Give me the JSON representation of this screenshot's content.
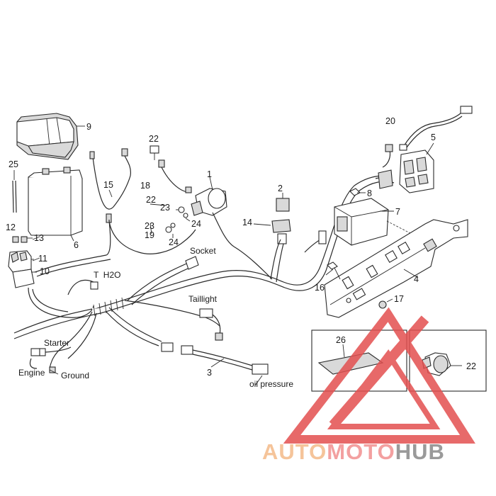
{
  "diagram": {
    "callouts": {
      "c1": "1",
      "c2": "2",
      "c3": "3",
      "c4": "4",
      "c5": "5",
      "c6": "6",
      "c7": "7",
      "c8": "8",
      "c9": "9",
      "c10": "10",
      "c11": "11",
      "c12": "12",
      "c13": "13",
      "c14": "14",
      "c15": "15",
      "c16": "16",
      "c17": "17",
      "c18": "18",
      "c19": "19",
      "c20": "20",
      "c22a": "22",
      "c22b": "22",
      "c22c": "22",
      "c23a": "23",
      "c23b": "23",
      "c24a": "24",
      "c24b": "24",
      "c25": "25",
      "c26": "26"
    },
    "labels": {
      "socket": "Socket",
      "t_h2o": "T  H2O",
      "taillight": "Taillight",
      "starter": "Starter",
      "engine": "Engine",
      "ground": "Ground",
      "oil_pressure": "oil pressure"
    }
  },
  "watermark": {
    "text_auto": "AUTO",
    "text_moto": "MOTO",
    "text_hub": "HUB",
    "color_auto": "#f5c49a",
    "color_moto": "#f3a0a0",
    "color_hub": "#9a9a9a",
    "triangle_color": "#e35050"
  }
}
